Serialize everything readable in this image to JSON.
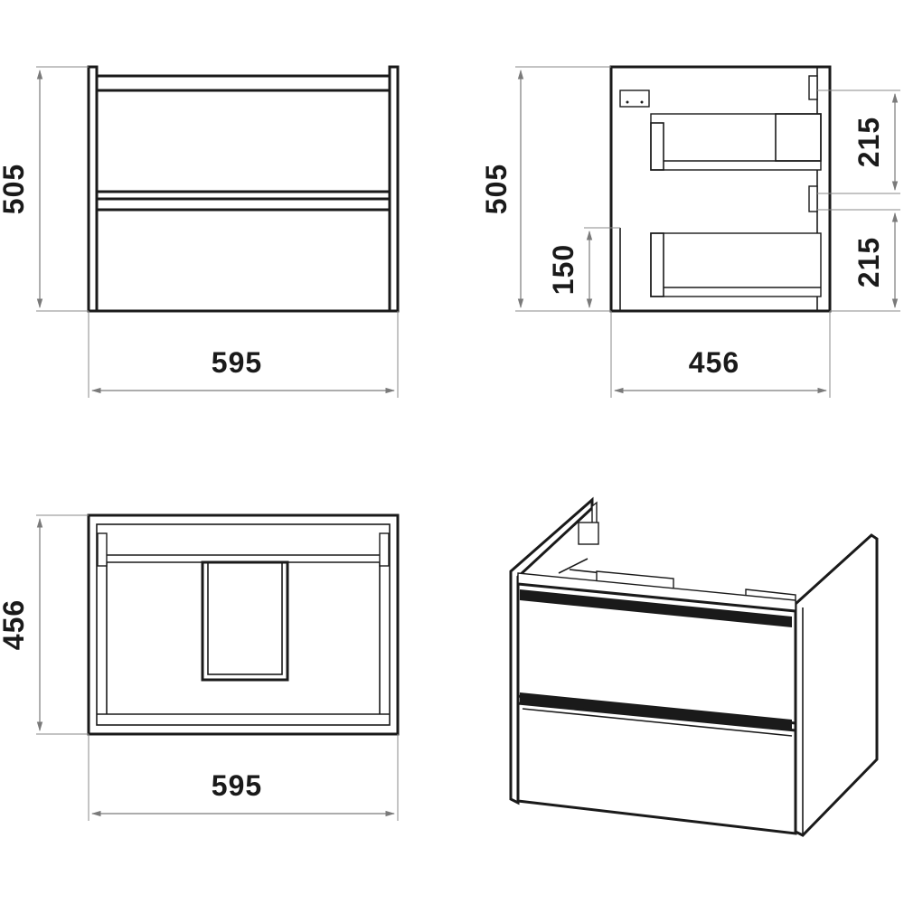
{
  "views": {
    "front": {
      "width_label": "595",
      "height_label": "505"
    },
    "side": {
      "width_label": "456",
      "height_label": "505",
      "upper_drawer_label": "215",
      "lower_drawer_label": "215",
      "bottom_offset_label": "150"
    },
    "top": {
      "width_label": "595",
      "depth_label": "456"
    },
    "isometric": {}
  },
  "colors": {
    "line": "#1a1a1a",
    "dimension": "#7a7a7a",
    "background": "#ffffff"
  }
}
